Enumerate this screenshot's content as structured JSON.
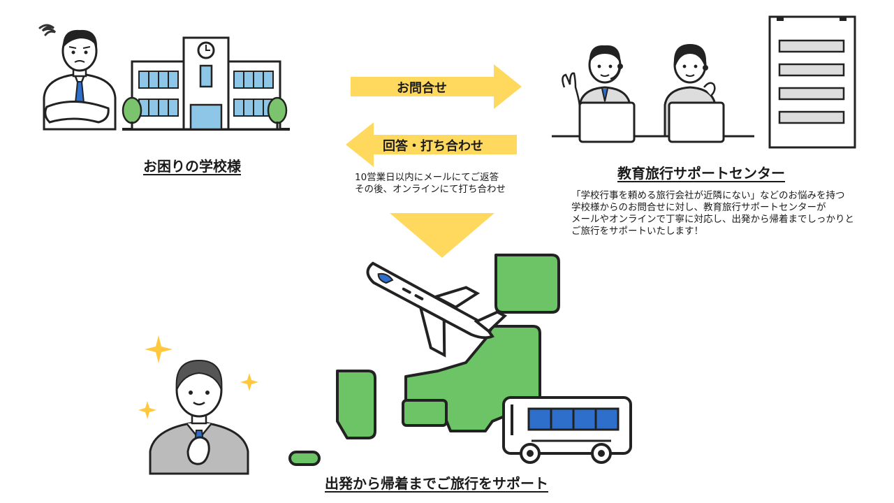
{
  "school": {
    "label": "お困りの学校様"
  },
  "inquiry_arrow": {
    "label": "お問合せ"
  },
  "reply_arrow": {
    "label": "回答・打ち合わせ",
    "note_lines": [
      "10営業日以内にメールにてご返答",
      "その後、オンラインにて打ち合わせ"
    ]
  },
  "center": {
    "label": "教育旅行サポートセンター",
    "desc_lines": [
      "「学校行事を頼める旅行会社が近隣にない」などのお悩みを持つ",
      "学校様からのお問合せに対し、教育旅行サポートセンターが",
      "メールやオンラインで丁寧に対応し、出発から帰着までしっかりと",
      "ご旅行をサポートいたします！"
    ]
  },
  "result": {
    "label": "出発から帰着までご旅行をサポート"
  },
  "colors": {
    "arrow": "#FFD95E",
    "map": "#6CC466",
    "bus_window": "#2E6FCC",
    "school_window": "#8EC6E8",
    "tree": "#7CC36E"
  }
}
